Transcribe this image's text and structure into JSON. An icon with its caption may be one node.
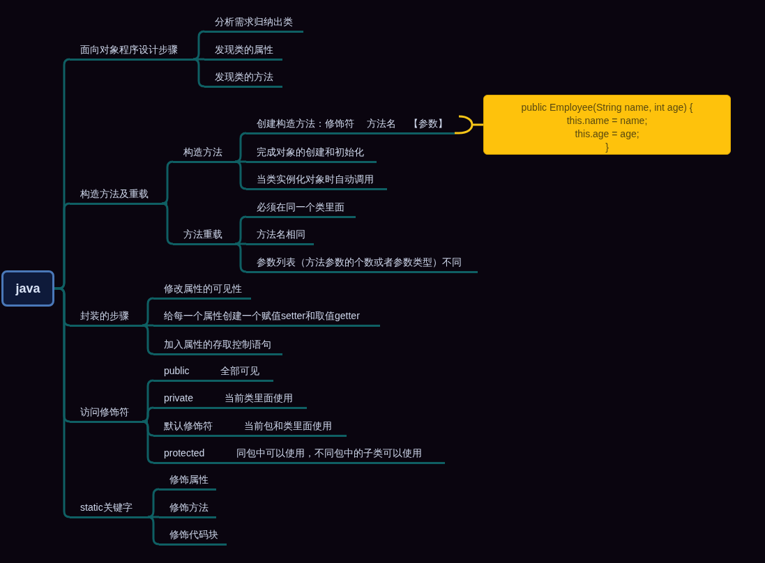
{
  "diagram": {
    "nodes": [
      {
        "text": [
          "java"
        ]
      },
      {
        "text": [
          "面向对象程序设计步骤"
        ]
      },
      {
        "text": [
          "分析需求归纳出类"
        ]
      },
      {
        "text": [
          "发现类的属性"
        ]
      },
      {
        "text": [
          "发现类的方法"
        ]
      },
      {
        "text": [
          "构造方法及重载"
        ]
      },
      {
        "text": [
          "构造方法"
        ]
      },
      {
        "text": [
          "创建构造方法：修饰符 方法名 【参数】"
        ]
      },
      {
        "text": [
          "public Employee(String name, int age) {",
          "this.name = name;",
          "this.age = age;",
          "}"
        ]
      },
      {
        "text": [
          "完成对象的创建和初始化"
        ]
      },
      {
        "text": [
          "当类实例化对象时自动调用"
        ]
      },
      {
        "text": [
          "方法重载"
        ]
      },
      {
        "text": [
          "必须在同一个类里面"
        ]
      },
      {
        "text": [
          "方法名相同"
        ]
      },
      {
        "text": [
          "参数列表（方法参数的个数或者参数类型）不同"
        ]
      },
      {
        "text": [
          "封装的步骤"
        ]
      },
      {
        "text": [
          "修改属性的可见性"
        ]
      },
      {
        "text": [
          "给每一个属性创建一个赋值setter和取值getter"
        ]
      },
      {
        "text": [
          "加入属性的存取控制语句"
        ]
      },
      {
        "text": [
          "访问修饰符"
        ]
      },
      {
        "text": [
          "public 全部可见"
        ]
      },
      {
        "text": [
          "private 当前类里面使用"
        ]
      },
      {
        "text": [
          "默认修饰符 当前包和类里面使用"
        ]
      },
      {
        "text": [
          "protected 同包中可以使用，不同包中的子类可以使用"
        ]
      },
      {
        "text": [
          "static关键字"
        ]
      },
      {
        "text": [
          "修饰属性"
        ]
      },
      {
        "text": [
          "修饰方法"
        ]
      },
      {
        "text": [
          "修饰代码块"
        ]
      }
    ],
    "edges": [
      {
        "from": 0,
        "to": 1,
        "arrow": "none"
      },
      {
        "from": 1,
        "to": 2,
        "arrow": "none"
      },
      {
        "from": 1,
        "to": 3,
        "arrow": "none"
      },
      {
        "from": 1,
        "to": 4,
        "arrow": "none"
      },
      {
        "from": 0,
        "to": 5,
        "arrow": "none"
      },
      {
        "from": 5,
        "to": 6,
        "arrow": "none"
      },
      {
        "from": 6,
        "to": 7,
        "arrow": "none"
      },
      {
        "from": 7,
        "to": 8,
        "arrow": "none",
        "color": "#f5c518"
      },
      {
        "from": 6,
        "to": 9,
        "arrow": "none"
      },
      {
        "from": 6,
        "to": 10,
        "arrow": "none"
      },
      {
        "from": 5,
        "to": 11,
        "arrow": "none"
      },
      {
        "from": 11,
        "to": 12,
        "arrow": "none"
      },
      {
        "from": 11,
        "to": 13,
        "arrow": "none"
      },
      {
        "from": 11,
        "to": 14,
        "arrow": "none"
      },
      {
        "from": 0,
        "to": 15,
        "arrow": "none"
      },
      {
        "from": 15,
        "to": 16,
        "arrow": "none"
      },
      {
        "from": 15,
        "to": 17,
        "arrow": "none"
      },
      {
        "from": 15,
        "to": 18,
        "arrow": "none"
      },
      {
        "from": 0,
        "to": 19,
        "arrow": "none"
      },
      {
        "from": 19,
        "to": 20,
        "arrow": "none"
      },
      {
        "from": 19,
        "to": 21,
        "arrow": "none"
      },
      {
        "from": 19,
        "to": 22,
        "arrow": "none"
      },
      {
        "from": 19,
        "to": 23,
        "arrow": "none"
      },
      {
        "from": 0,
        "to": 24,
        "arrow": "none"
      },
      {
        "from": 24,
        "to": 25,
        "arrow": "none"
      },
      {
        "from": 24,
        "to": 26,
        "arrow": "none"
      },
      {
        "from": 24,
        "to": 27,
        "arrow": "none"
      }
    ]
  }
}
